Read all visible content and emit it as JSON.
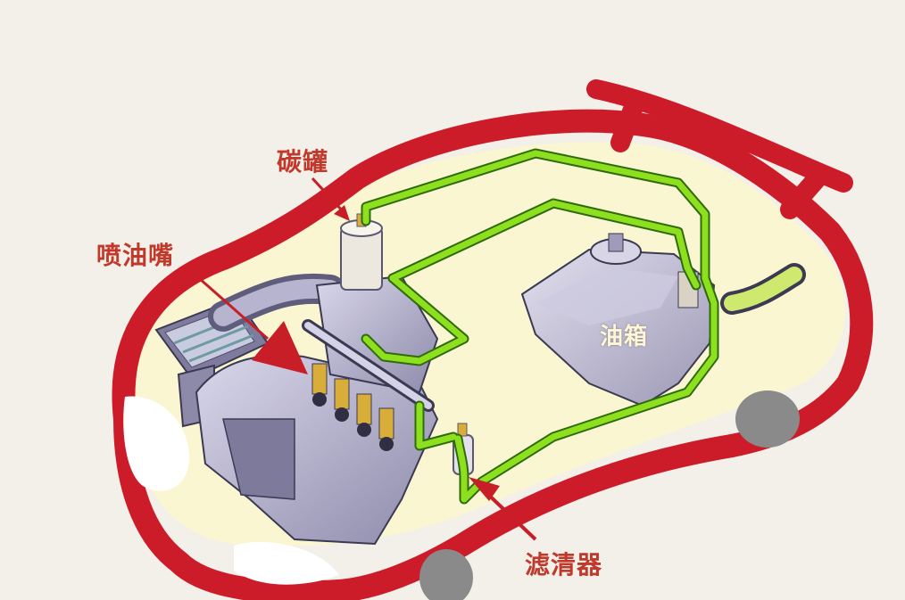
{
  "labels": {
    "canister": "碳罐",
    "injector": "喷油嘴",
    "fuel_tank": "油箱",
    "filter": "滤清器"
  },
  "colors": {
    "car_outline": "#cc1c2a",
    "fuel_line": "#8ee01f",
    "arrow": "#c81e28",
    "label_text": "#c0392b",
    "engine_body": "#a8a6c4",
    "tank_body": "#b8b4cc",
    "wheel": "#8a8a8a",
    "background": "#f3efe9"
  }
}
